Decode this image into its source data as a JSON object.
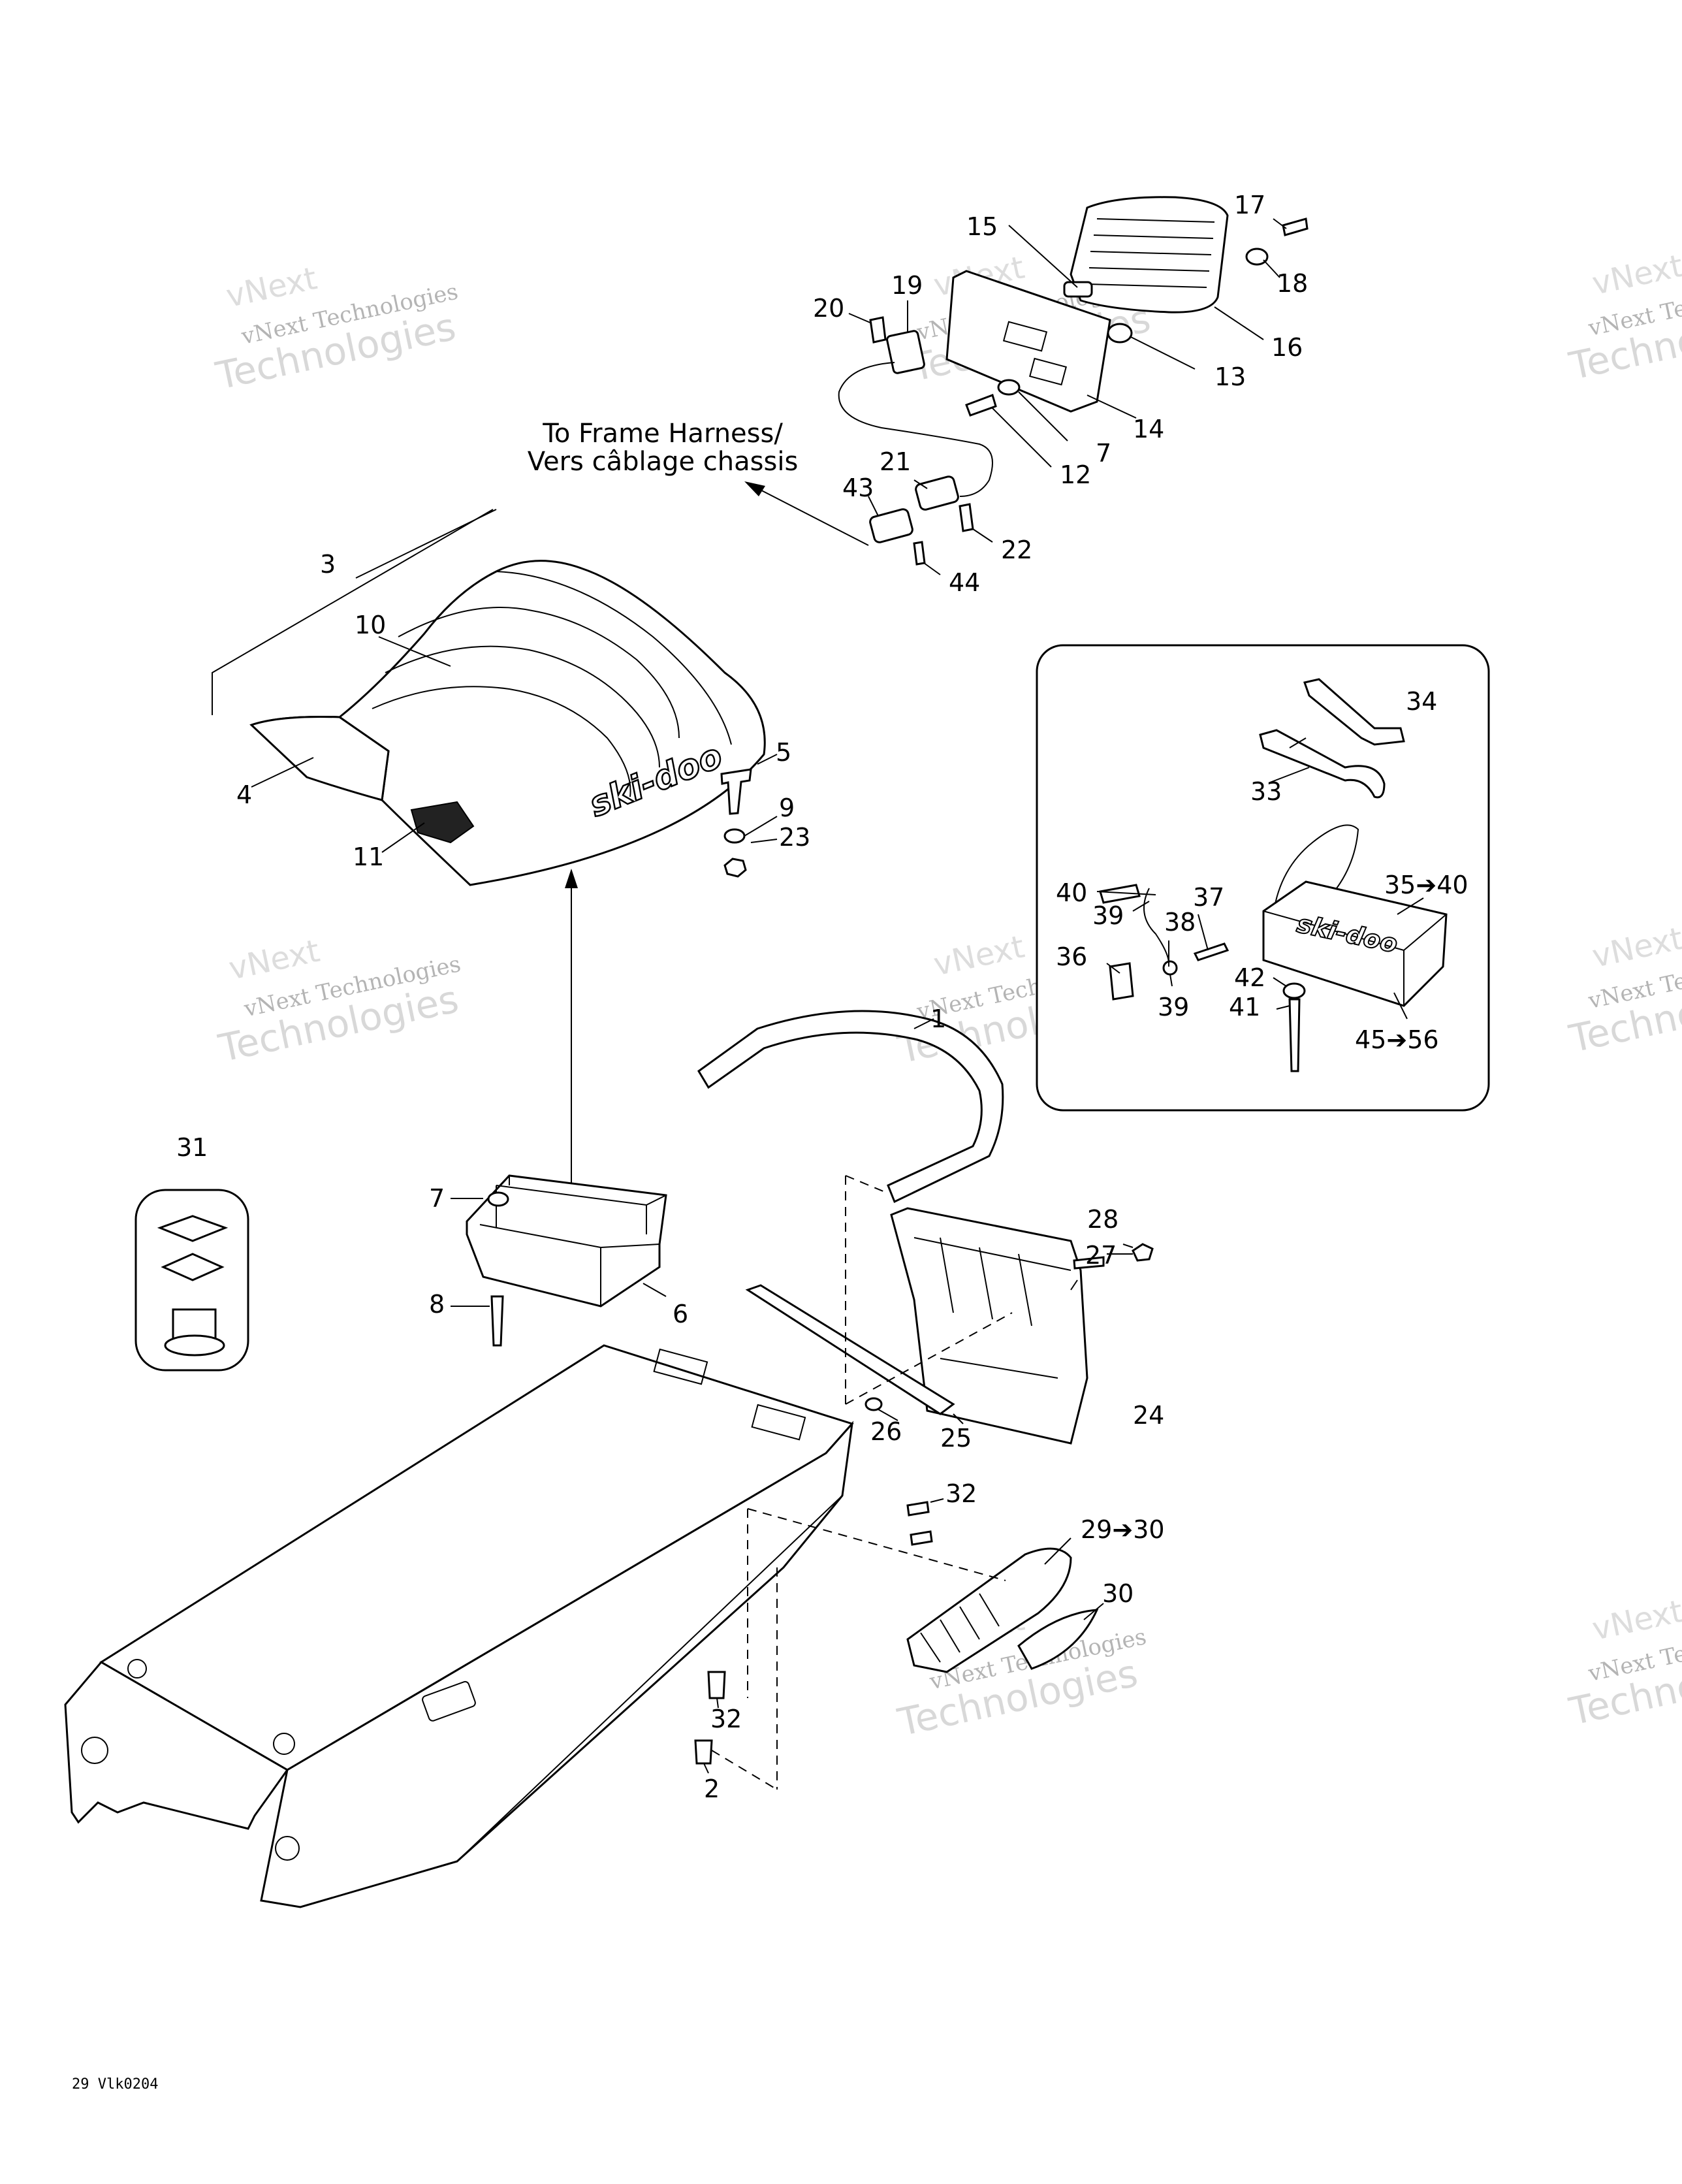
{
  "callouts": [
    {
      "id": "c1",
      "label": "1"
    },
    {
      "id": "c2",
      "label": "2"
    },
    {
      "id": "c3",
      "label": "3"
    },
    {
      "id": "c4",
      "label": "4"
    },
    {
      "id": "c5",
      "label": "5"
    },
    {
      "id": "c6",
      "label": "6"
    },
    {
      "id": "c7a",
      "label": "7"
    },
    {
      "id": "c7b",
      "label": "7"
    },
    {
      "id": "c8",
      "label": "8"
    },
    {
      "id": "c9",
      "label": "9"
    },
    {
      "id": "c10",
      "label": "10"
    },
    {
      "id": "c11",
      "label": "11"
    },
    {
      "id": "c12",
      "label": "12"
    },
    {
      "id": "c13",
      "label": "13"
    },
    {
      "id": "c14",
      "label": "14"
    },
    {
      "id": "c15",
      "label": "15"
    },
    {
      "id": "c16",
      "label": "16"
    },
    {
      "id": "c17",
      "label": "17"
    },
    {
      "id": "c18",
      "label": "18"
    },
    {
      "id": "c19",
      "label": "19"
    },
    {
      "id": "c20",
      "label": "20"
    },
    {
      "id": "c21",
      "label": "21"
    },
    {
      "id": "c22",
      "label": "22"
    },
    {
      "id": "c23",
      "label": "23"
    },
    {
      "id": "c24",
      "label": "24"
    },
    {
      "id": "c25",
      "label": "25"
    },
    {
      "id": "c26",
      "label": "26"
    },
    {
      "id": "c27",
      "label": "27"
    },
    {
      "id": "c28",
      "label": "28"
    },
    {
      "id": "c29",
      "label": "29➔30"
    },
    {
      "id": "c30",
      "label": "30"
    },
    {
      "id": "c31",
      "label": "31"
    },
    {
      "id": "c32a",
      "label": "32"
    },
    {
      "id": "c32b",
      "label": "32"
    },
    {
      "id": "c33",
      "label": "33"
    },
    {
      "id": "c34",
      "label": "34"
    },
    {
      "id": "c35",
      "label": "35➔40"
    },
    {
      "id": "c36",
      "label": "36"
    },
    {
      "id": "c37",
      "label": "37"
    },
    {
      "id": "c38",
      "label": "38"
    },
    {
      "id": "c39a",
      "label": "39"
    },
    {
      "id": "c39b",
      "label": "39"
    },
    {
      "id": "c40",
      "label": "40"
    },
    {
      "id": "c41",
      "label": "41"
    },
    {
      "id": "c42",
      "label": "42"
    },
    {
      "id": "c43",
      "label": "43"
    },
    {
      "id": "c44",
      "label": "44"
    },
    {
      "id": "c45",
      "label": "45➔56"
    }
  ],
  "annotation": {
    "line1": "To Frame Harness/",
    "line2": "Vers câblage chassis"
  },
  "seat_brand": "ski-doo",
  "box_brand": "ski-doo",
  "diagram_code": "29 Vlk0204",
  "watermark": {
    "company": "vNext Technologies",
    "big": "Technologies",
    "small": "vNext"
  }
}
